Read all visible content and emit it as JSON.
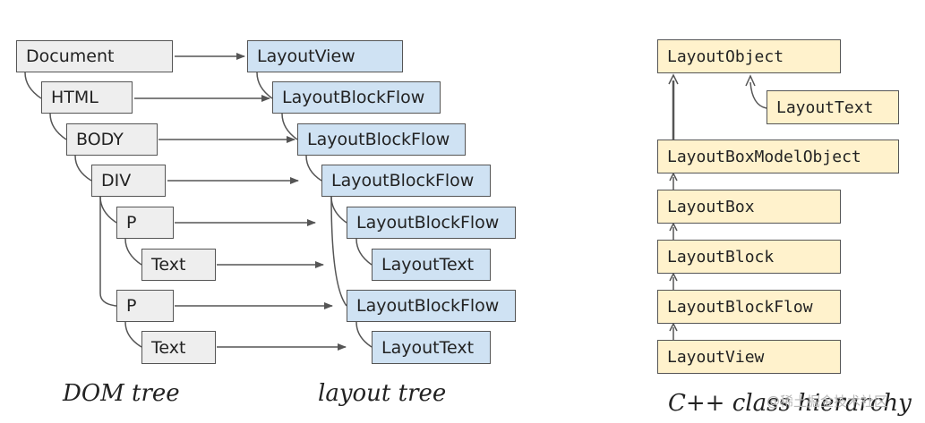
{
  "dom_tree": {
    "document": "Document",
    "html": "HTML",
    "body": "BODY",
    "div": "DIV",
    "p1": "P",
    "text1": "Text",
    "p2": "P",
    "text2": "Text"
  },
  "layout_tree": {
    "view": "LayoutView",
    "block_flow_html": "LayoutBlockFlow",
    "block_flow_body": "LayoutBlockFlow",
    "block_flow_div": "LayoutBlockFlow",
    "block_flow_p1": "LayoutBlockFlow",
    "text1": "LayoutText",
    "block_flow_p2": "LayoutBlockFlow",
    "text2": "LayoutText"
  },
  "class_hierarchy": {
    "layout_object": "LayoutObject",
    "layout_text": "LayoutText",
    "layout_box_model_object": "LayoutBoxModelObject",
    "layout_box": "LayoutBox",
    "layout_block": "LayoutBlock",
    "layout_block_flow": "LayoutBlockFlow",
    "layout_view": "LayoutView"
  },
  "captions": {
    "dom_tree": "DOM tree",
    "layout_tree": "layout tree",
    "class_hierarchy": "C++ class hierarchy"
  },
  "watermark": "@稀土掘金技术社区",
  "colors": {
    "dom_fill": "#eeeeee",
    "layout_fill": "#cfe2f3",
    "class_fill": "#fff2cc",
    "connector": "#555555"
  }
}
